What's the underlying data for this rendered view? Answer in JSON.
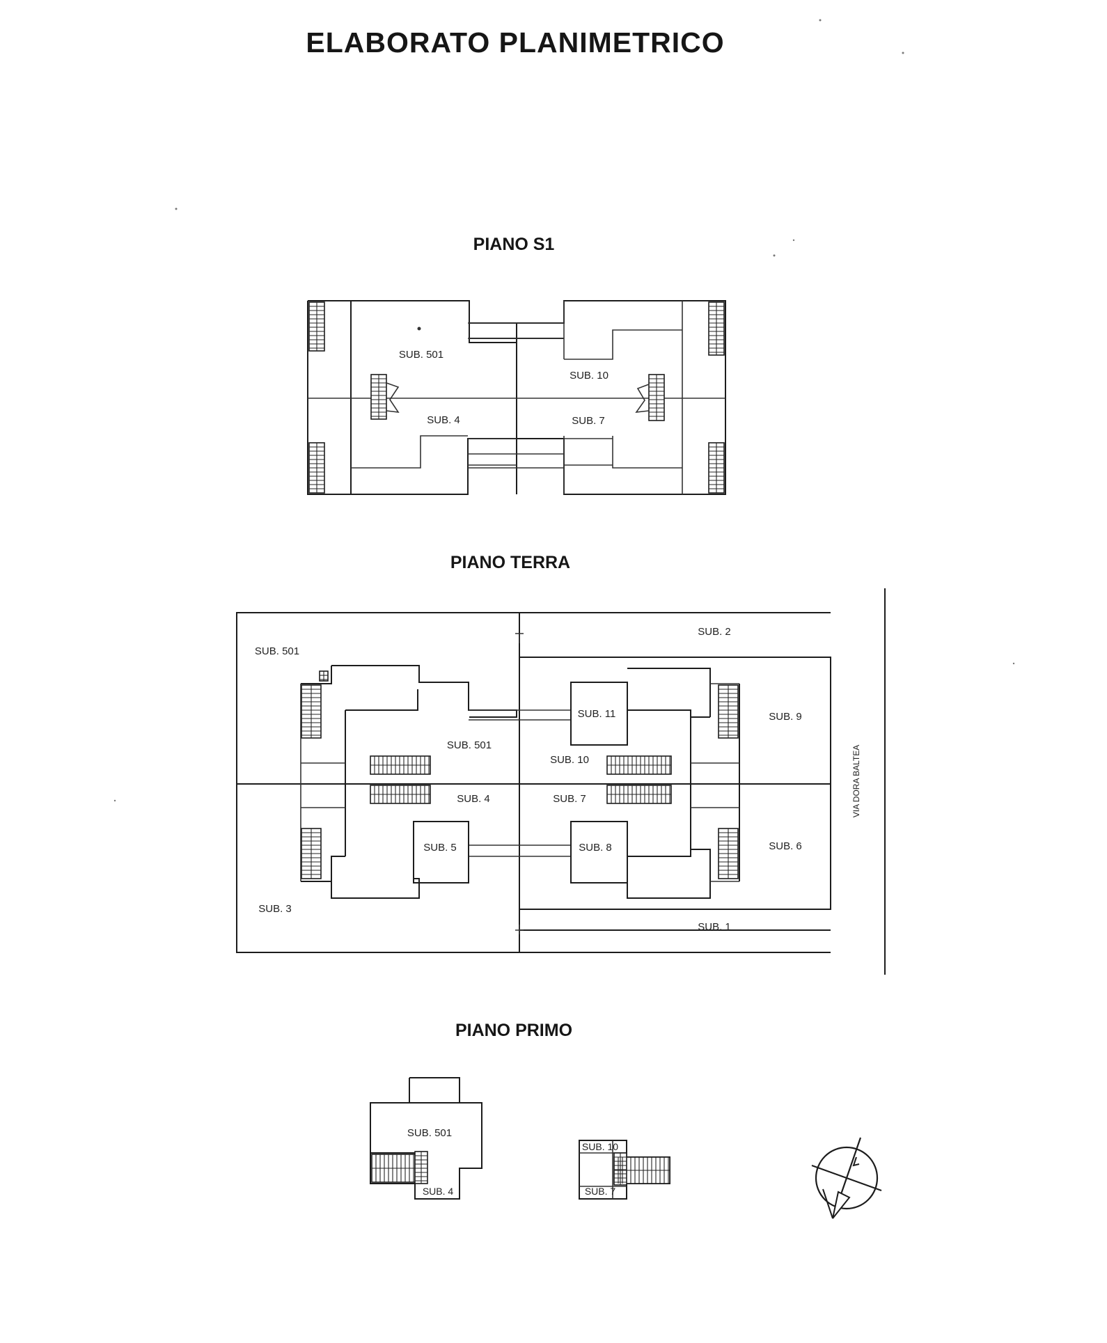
{
  "title": "ELABORATO PLANIMETRICO",
  "floors": {
    "s1": {
      "heading": "PIANO S1",
      "units": [
        "SUB. 501",
        "SUB. 10",
        "SUB. 4",
        "SUB. 7"
      ]
    },
    "terra": {
      "heading": "PIANO TERRA",
      "units": [
        "SUB. 501",
        "SUB. 2",
        "SUB. 11",
        "SUB. 9",
        "SUB. 501",
        "SUB. 10",
        "SUB. 4",
        "SUB. 7",
        "SUB. 5",
        "SUB. 8",
        "SUB. 6",
        "SUB. 3",
        "SUB. 1"
      ],
      "road": "VIA DORA BALTEA"
    },
    "primo": {
      "heading": "PIANO PRIMO",
      "units": [
        "SUB. 501",
        "SUB. 4",
        "SUB. 10",
        "SUB. 7"
      ]
    }
  },
  "north_arrow": {
    "icon": "north-arrow-icon"
  }
}
